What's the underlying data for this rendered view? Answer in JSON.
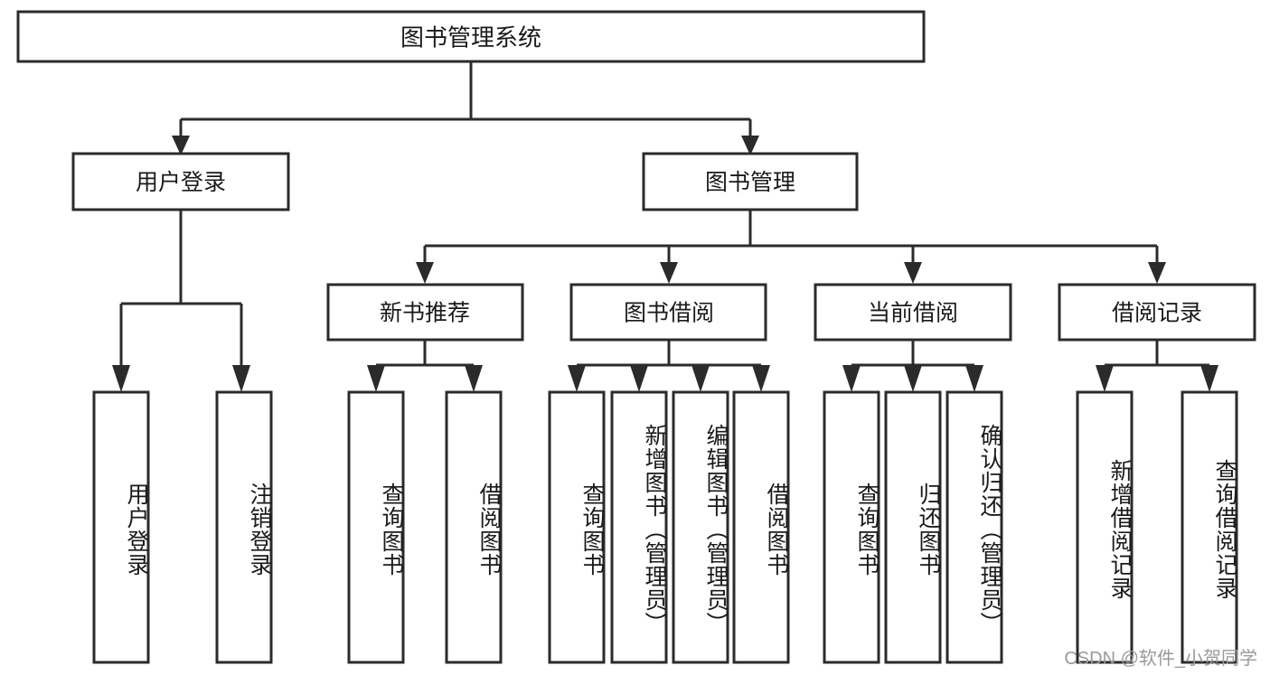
{
  "diagram": {
    "type": "tree-hierarchy",
    "orientation": "top-down",
    "root": {
      "id": "root",
      "label": "图书管理系统",
      "text_orientation": "horizontal"
    },
    "level2": [
      {
        "id": "user-login",
        "label": "用户登录",
        "text_orientation": "horizontal"
      },
      {
        "id": "book-management",
        "label": "图书管理",
        "text_orientation": "horizontal"
      }
    ],
    "level3": [
      {
        "id": "new-book-recommend",
        "label": "新书推荐",
        "parent": "book-management",
        "text_orientation": "horizontal"
      },
      {
        "id": "book-borrow",
        "label": "图书借阅",
        "parent": "book-management",
        "text_orientation": "horizontal"
      },
      {
        "id": "current-borrow",
        "label": "当前借阅",
        "parent": "book-management",
        "text_orientation": "horizontal"
      },
      {
        "id": "borrow-record",
        "label": "借阅记录",
        "parent": "book-management",
        "text_orientation": "horizontal"
      }
    ],
    "leaves": [
      {
        "id": "leaf-user-login",
        "label": "用户登录",
        "parent": "user-login",
        "text_orientation": "vertical"
      },
      {
        "id": "leaf-user-logout",
        "label": "注销登录",
        "parent": "user-login",
        "text_orientation": "vertical"
      },
      {
        "id": "leaf-recommend-query",
        "label": "查询图书",
        "parent": "new-book-recommend",
        "text_orientation": "vertical"
      },
      {
        "id": "leaf-recommend-borrow",
        "label": "借阅图书",
        "parent": "new-book-recommend",
        "text_orientation": "vertical"
      },
      {
        "id": "leaf-borrow-query",
        "label": "查询图书",
        "parent": "book-borrow",
        "text_orientation": "vertical"
      },
      {
        "id": "leaf-borrow-add",
        "label": "新增图书（管理员）",
        "parent": "book-borrow",
        "text_orientation": "vertical"
      },
      {
        "id": "leaf-borrow-edit",
        "label": "编辑图书（管理员）",
        "parent": "book-borrow",
        "text_orientation": "vertical"
      },
      {
        "id": "leaf-borrow-do",
        "label": "借阅图书",
        "parent": "book-borrow",
        "text_orientation": "vertical"
      },
      {
        "id": "leaf-current-query",
        "label": "查询图书",
        "parent": "current-borrow",
        "text_orientation": "vertical"
      },
      {
        "id": "leaf-current-return",
        "label": "归还图书",
        "parent": "current-borrow",
        "text_orientation": "vertical"
      },
      {
        "id": "leaf-current-confirm",
        "label": "确认归还（管理员）",
        "parent": "current-borrow",
        "text_orientation": "vertical"
      },
      {
        "id": "leaf-record-add",
        "label": "新增借阅记录",
        "parent": "borrow-record",
        "text_orientation": "vertical"
      },
      {
        "id": "leaf-record-query",
        "label": "查询借阅记录",
        "parent": "borrow-record",
        "text_orientation": "vertical"
      }
    ]
  },
  "watermark": {
    "text": "CSDN @软件_小贺同学"
  },
  "colors": {
    "stroke": "#2b2b2b",
    "box_fill": "#ffffff",
    "text": "#1a1a1a",
    "background": "#ffffff",
    "watermark": "#9a9a9a"
  }
}
